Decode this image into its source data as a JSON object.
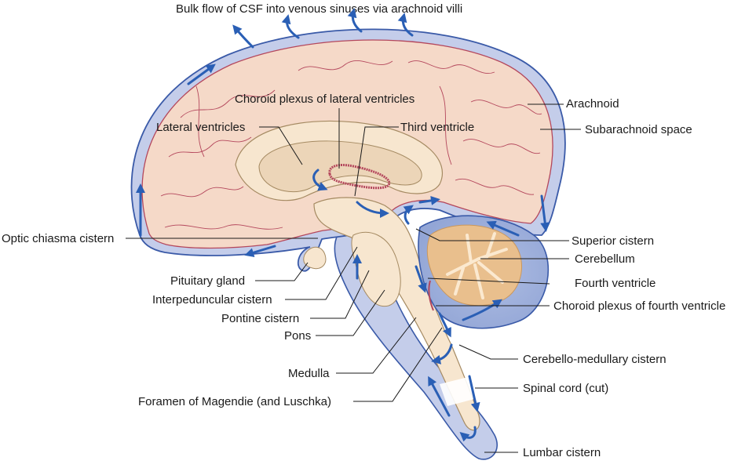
{
  "title": "Bulk flow of CSF into venous sinuses via arachnoid villi",
  "colors": {
    "brain": "#f5d9c8",
    "csf": "#c4cdea",
    "brainstem": "#f7e6cf",
    "ventricle_deep": "#ecd5b8",
    "cerebellum": "#e9bf8d",
    "arrow": "#2a5fb5",
    "gyri": "#b4475c",
    "outline": "#3a5aa8"
  },
  "labels": {
    "choroid_lateral": "Choroid plexus of lateral ventricles",
    "lateral_ventricles": "Lateral ventricles",
    "third_ventricle": "Third ventricle",
    "arachnoid": "Arachnoid",
    "subarachnoid_space": "Subarachnoid space",
    "optic_chiasma_cistern": "Optic chiasma cistern",
    "superior_cistern": "Superior cistern",
    "cerebellum": "Cerebellum",
    "pituitary_gland": "Pituitary gland",
    "fourth_ventricle": "Fourth ventricle",
    "interpeduncular_cistern": "Interpeduncular cistern",
    "choroid_fourth": "Choroid plexus of fourth ventricle",
    "pontine_cistern": "Pontine cistern",
    "pons": "Pons",
    "cerebello_medullary_cistern": "Cerebello-medullary cistern",
    "medulla": "Medulla",
    "foramen": "Foramen of Magendie (and Luschka)",
    "spinal_cord": "Spinal cord (cut)",
    "lumbar_cistern": "Lumbar cistern"
  }
}
